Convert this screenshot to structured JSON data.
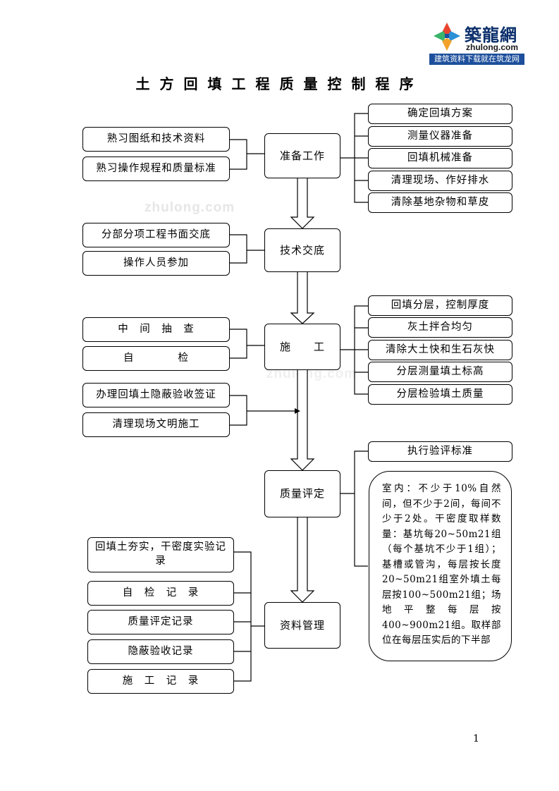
{
  "logo": {
    "brand": "築龍網",
    "domain": "zhulong.com",
    "slogan": "建筑资料下载就在筑龙网"
  },
  "watermarks": [
    "zhulong.com",
    "zhulong.com"
  ],
  "title": "土方回填工程质量控制程序",
  "page_number": "1",
  "main_steps": [
    "准备工作",
    "技术交底",
    "施　　工",
    "质量评定",
    "资料管理"
  ],
  "left": {
    "prepare": [
      "熟习图纸和技术资料",
      "熟习操作规程和质量标准"
    ],
    "disclosure": [
      "分部分项工程书面交底",
      "操作人员参加"
    ],
    "construction": [
      "中　间　抽　查",
      "自　　　　检"
    ],
    "construction_extra": [
      "办理回填土隐蔽验收签证",
      "清理现场文明施工"
    ],
    "records": [
      "回填土夯实，干密度实验记录",
      "自　检　记　录",
      "质量评定记录",
      "隐蔽验收记录",
      "施　工　记　录"
    ]
  },
  "right": {
    "prepare": [
      "确定回填方案",
      "测量仪器准备",
      "回填机械准备",
      "清理现场、作好排水",
      "清除基地杂物和草皮"
    ],
    "construction": [
      "回填分层，控制厚度",
      "灰土拌合均匀",
      "清除大土快和生石灰快",
      "分层测量填土标高",
      "分层检验填土质量"
    ],
    "quality": [
      "执行验评标准"
    ],
    "quality_note": "室内：不少于10%自然间，但不少于2间，每间不少于2处。干密度取样数量：基坑每20~50m21组（每个基坑不少于1组）；基槽或管沟，每层按长度20~50m21组室外填土每层按100~500m21组；场地平整每层按400~900m21组。取样部位在每层压实后的下半部"
  },
  "colors": {
    "line": "#000000",
    "arrow_fill": "#ffffff",
    "logo_blue": "#1d4f9c"
  }
}
